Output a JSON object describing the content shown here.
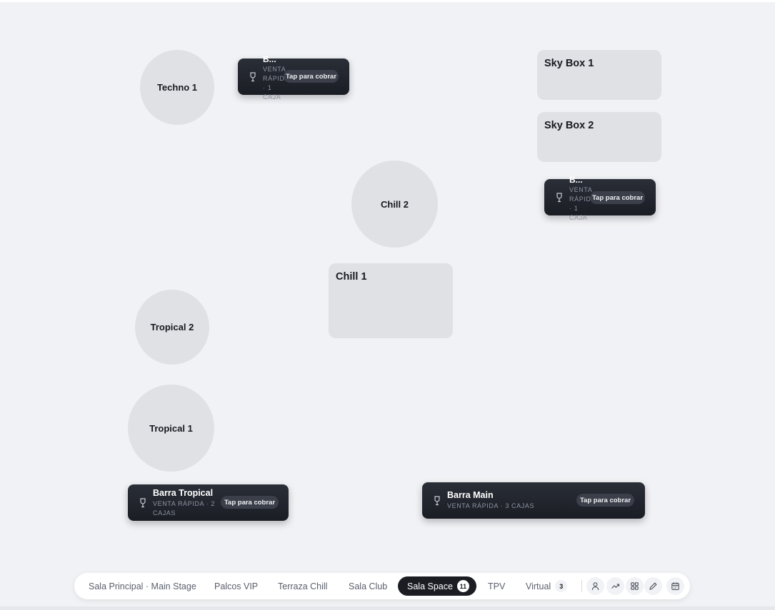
{
  "floor": {
    "round_tables": [
      {
        "id": "techno-1",
        "label": "Techno 1"
      },
      {
        "id": "chill-2",
        "label": "Chill 2"
      },
      {
        "id": "tropical-2",
        "label": "Tropical 2"
      },
      {
        "id": "tropical-1",
        "label": "Tropical 1"
      }
    ],
    "rect_tables": [
      {
        "id": "sky-box-1",
        "label": "Sky Box 1"
      },
      {
        "id": "sky-box-2",
        "label": "Sky Box 2"
      },
      {
        "id": "chill-1",
        "label": "Chill 1"
      }
    ],
    "bars": [
      {
        "id": "bar-top-left",
        "name": "B...",
        "sub": "VENTA RÁPIDA · 1 CAJA",
        "pay": "Tap para cobrar"
      },
      {
        "id": "bar-top-right",
        "name": "B...",
        "sub": "VENTA RÁPIDA · 1 CAJA",
        "pay": "Tap para cobrar"
      },
      {
        "id": "barra-tropical",
        "name": "Barra Tropical",
        "sub": "VENTA RÁPIDA · 2 CAJAS",
        "pay": "Tap para cobrar"
      },
      {
        "id": "barra-main",
        "name": "Barra Main",
        "sub": "VENTA RÁPIDA · 3 CAJAS",
        "pay": "Tap para cobrar"
      }
    ]
  },
  "tabs": [
    {
      "label": "Sala Principal · Main Stage"
    },
    {
      "label": "Palcos VIP"
    },
    {
      "label": "Terraza Chill"
    },
    {
      "label": "Sala Club"
    },
    {
      "label": "Sala Space",
      "count": "11",
      "active": true
    },
    {
      "label": "TPV"
    },
    {
      "label": "Virtual",
      "count": "3"
    }
  ],
  "toolbar": {
    "icons": [
      "user-icon",
      "trend-icon",
      "grid-icon",
      "pencil-icon",
      "calendar-icon"
    ]
  },
  "colors": {
    "background": "#f1f2f5",
    "table": "#e0e1e5",
    "bar_card": "#1f232b",
    "active_tab": "#1b1d23"
  }
}
